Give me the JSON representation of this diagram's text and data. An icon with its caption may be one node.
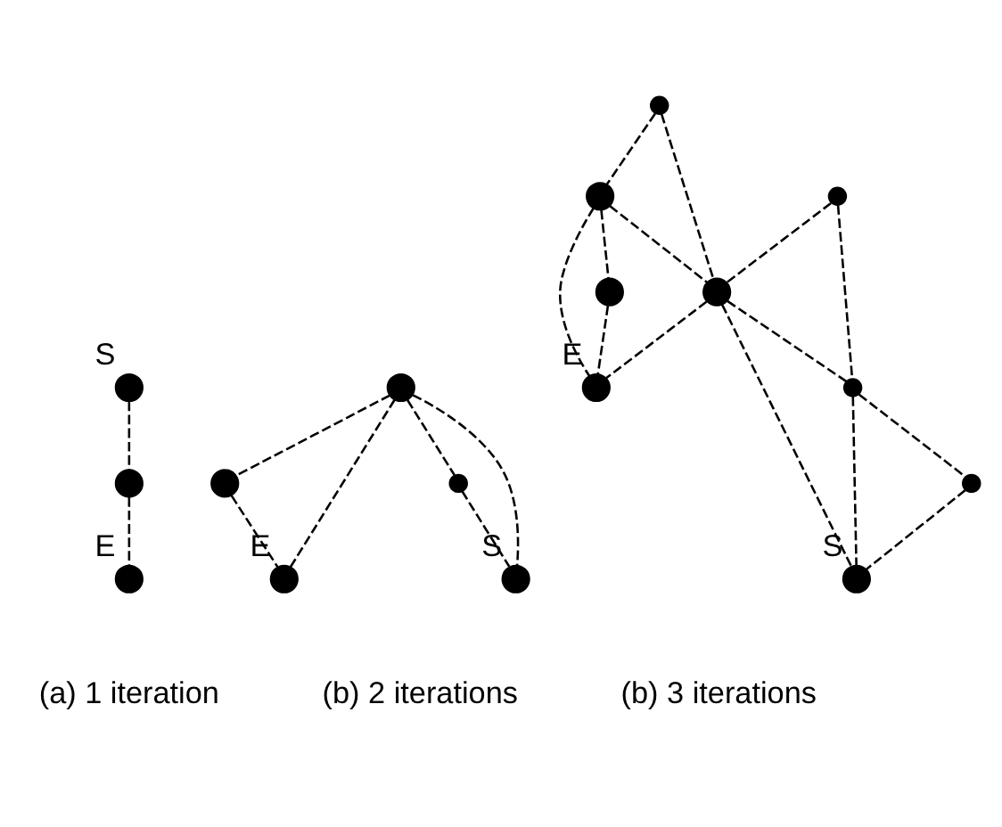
{
  "diagram": {
    "nodes": [
      {
        "text": [],
        "shape": "circle",
        "beside": [
          "S"
        ]
      },
      {
        "text": [],
        "shape": "circle"
      },
      {
        "text": [],
        "shape": "circle",
        "beside": [
          "E"
        ]
      },
      {
        "text": [],
        "shape": "circle"
      },
      {
        "text": [],
        "shape": "circle"
      },
      {
        "text": [],
        "shape": "circle"
      },
      {
        "text": [],
        "shape": "circle",
        "beside": [
          "S"
        ]
      },
      {
        "text": [],
        "shape": "circle",
        "beside": [
          "E"
        ]
      },
      {
        "text": [],
        "shape": "circle"
      },
      {
        "text": [],
        "shape": "circle"
      },
      {
        "text": [],
        "shape": "circle"
      },
      {
        "text": [],
        "shape": "circle"
      },
      {
        "text": [],
        "shape": "circle"
      },
      {
        "text": [],
        "shape": "circle"
      },
      {
        "text": [],
        "shape": "circle"
      },
      {
        "text": [],
        "shape": "circle",
        "beside": [
          "S"
        ]
      },
      {
        "text": [],
        "shape": "circle",
        "beside": [
          "E"
        ]
      }
    ],
    "edges": [
      {
        "from": 0,
        "to": 1,
        "arrow": "none",
        "style": "dashed"
      },
      {
        "from": 1,
        "to": 2,
        "arrow": "none",
        "style": "dashed"
      },
      {
        "from": 4,
        "to": 3,
        "arrow": "none",
        "style": "dashed"
      },
      {
        "from": 3,
        "to": 7,
        "arrow": "none",
        "style": "dashed"
      },
      {
        "from": 4,
        "to": 5,
        "arrow": "none",
        "style": "dashed"
      },
      {
        "from": 4,
        "to": 6,
        "arrow": "none",
        "style": "dashed"
      },
      {
        "from": 4,
        "to": 7,
        "arrow": "none",
        "style": "dashed"
      },
      {
        "from": 5,
        "to": 6,
        "arrow": "none",
        "style": "dashed"
      },
      {
        "from": 8,
        "to": 9,
        "arrow": "none",
        "style": "dashed"
      },
      {
        "from": 9,
        "to": 10,
        "arrow": "none",
        "style": "dashed"
      },
      {
        "from": 8,
        "to": 12,
        "arrow": "none",
        "style": "dashed"
      },
      {
        "from": 11,
        "to": 12,
        "arrow": "none",
        "style": "dashed"
      },
      {
        "from": 9,
        "to": 12,
        "arrow": "none",
        "style": "dashed"
      },
      {
        "from": 11,
        "to": 13,
        "arrow": "none",
        "style": "dashed"
      },
      {
        "from": 12,
        "to": 13,
        "arrow": "none",
        "style": "dashed"
      },
      {
        "from": 12,
        "to": 15,
        "arrow": "none",
        "style": "dashed"
      },
      {
        "from": 13,
        "to": 15,
        "arrow": "none",
        "style": "dashed"
      },
      {
        "from": 13,
        "to": 14,
        "arrow": "none",
        "style": "dashed"
      },
      {
        "from": 14,
        "to": 15,
        "arrow": "none",
        "style": "dashed"
      },
      {
        "from": 9,
        "to": 16,
        "arrow": "none",
        "style": "dashed"
      },
      {
        "from": 10,
        "to": 16,
        "arrow": "none",
        "style": "dashed"
      },
      {
        "from": 12,
        "to": 16,
        "arrow": "none",
        "style": "dashed"
      }
    ],
    "labels": [
      "(a) 1 iteration",
      "(b) 2 iterations",
      "(b) 3 iterations"
    ]
  }
}
